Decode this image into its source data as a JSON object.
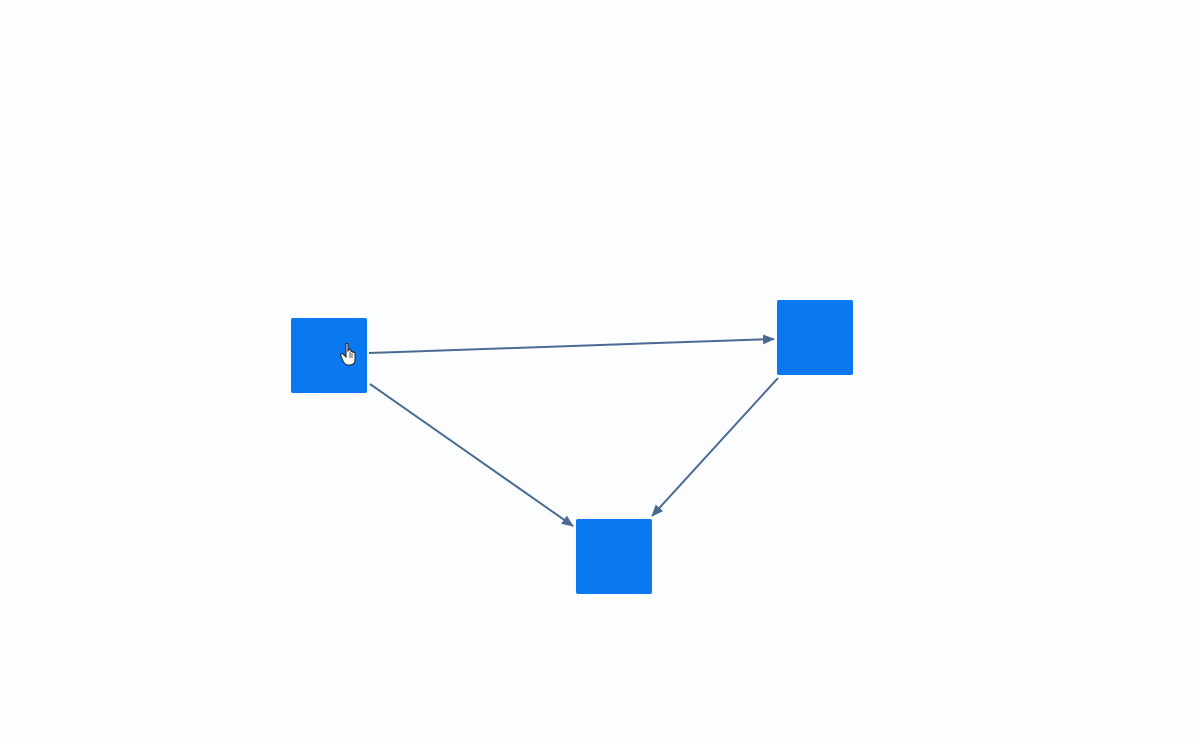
{
  "diagram": {
    "nodes": [
      {
        "id": "node-a"
      },
      {
        "id": "node-b"
      },
      {
        "id": "node-c"
      }
    ],
    "edges": [
      {
        "id": "edge-a-b",
        "from": "node-a",
        "to": "node-b",
        "directed": true
      },
      {
        "id": "edge-a-c",
        "from": "node-a",
        "to": "node-c",
        "directed": true
      },
      {
        "id": "edge-b-c",
        "from": "node-b",
        "to": "node-c",
        "directed": true
      }
    ]
  },
  "colors": {
    "background": "#fcfdfe",
    "node_fill": "#0a78f0",
    "edge_stroke": "#4a6a94"
  },
  "icons": {
    "cursor": "hand-pointer-icon"
  }
}
